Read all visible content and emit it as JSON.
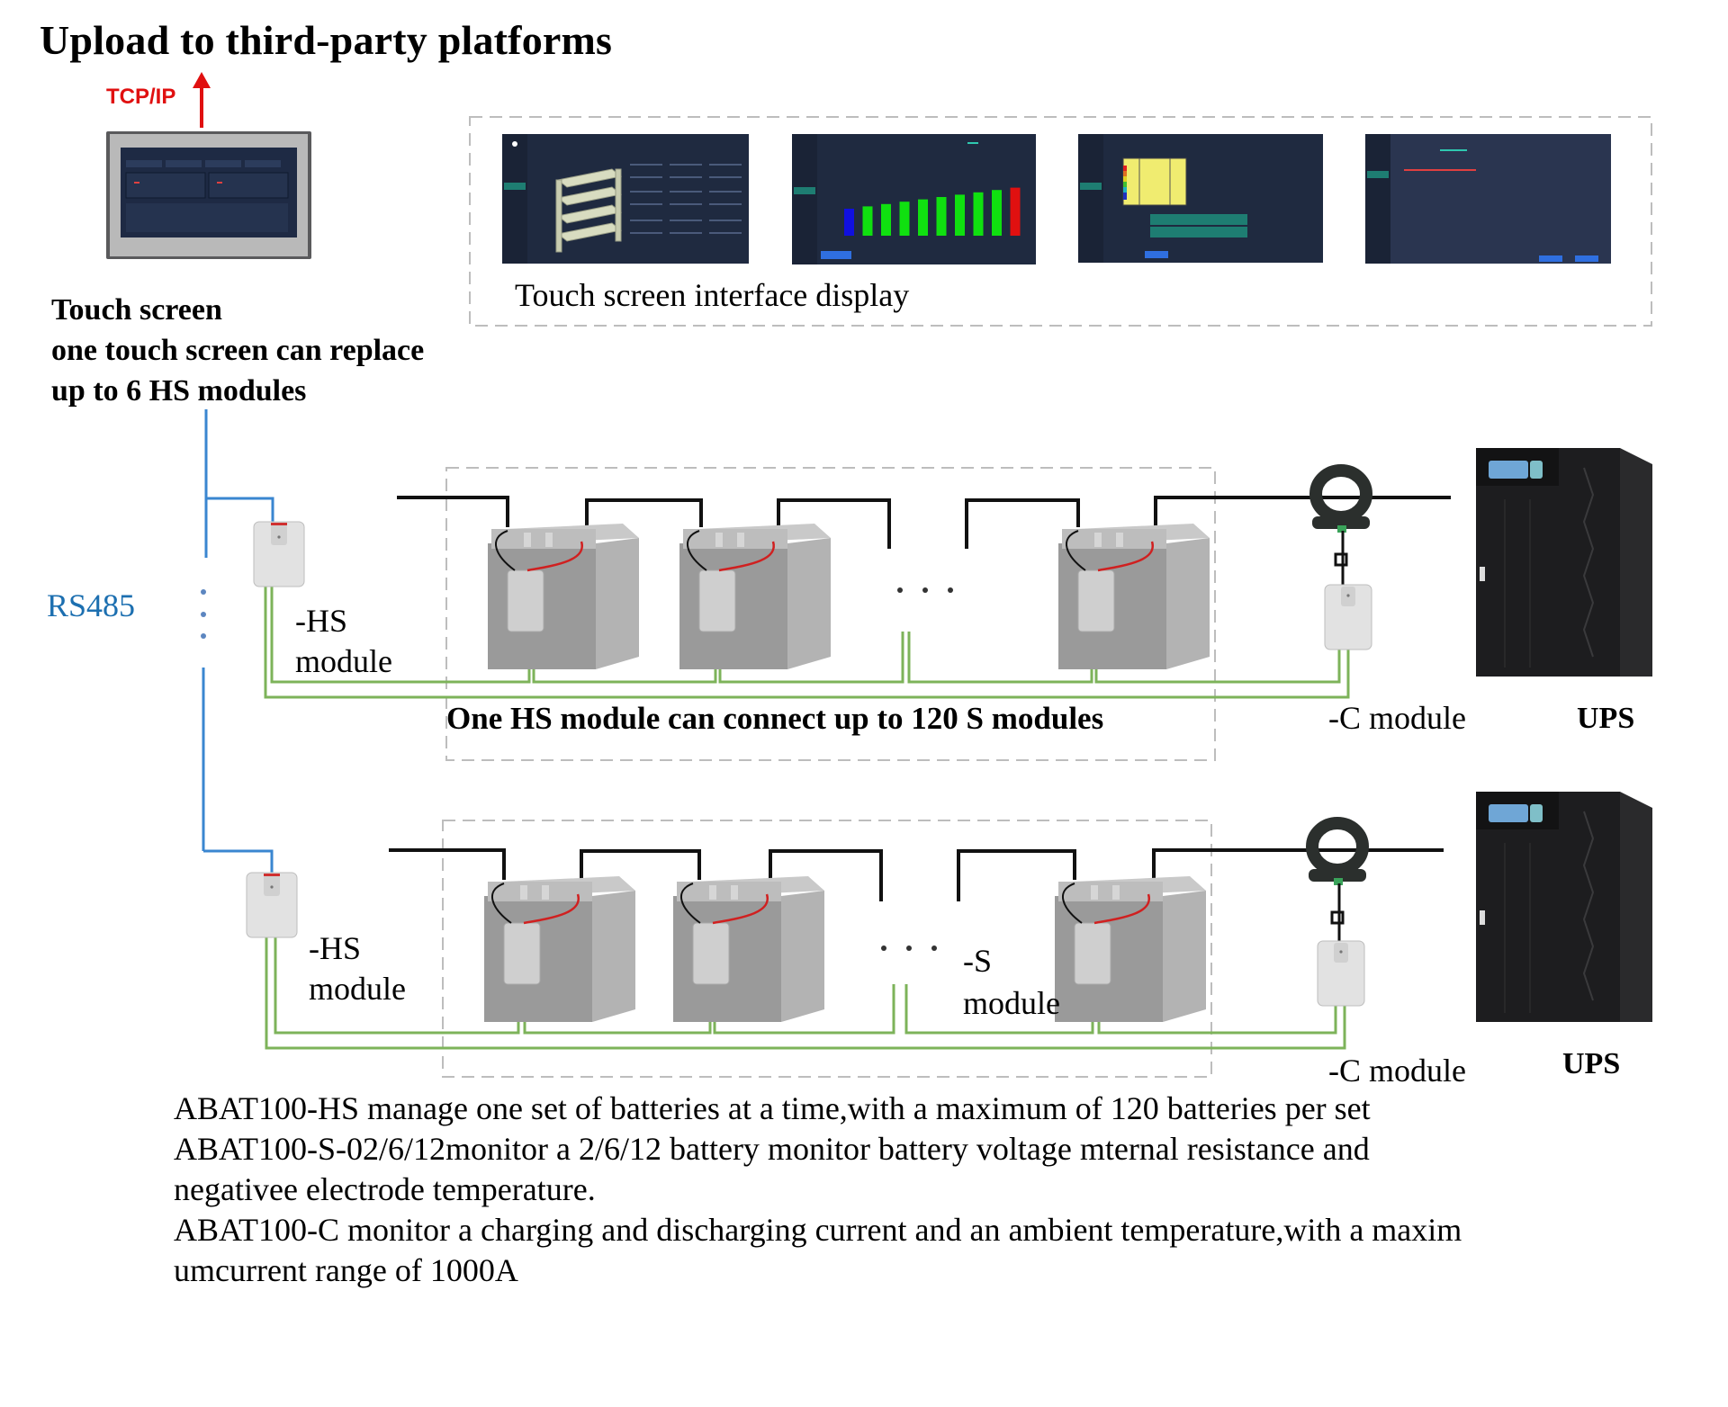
{
  "header": {
    "title": "Upload to third-party platforms",
    "protocol_label": "TCP/IP"
  },
  "touch_screen": {
    "title": "Touch screen",
    "line2": "one touch screen can replace",
    "line3": "up to 6 HS modules"
  },
  "interface_gallery": {
    "caption": "Touch screen interface display",
    "screens": [
      {
        "name": "battery-rack-overview"
      },
      {
        "name": "voltage-bar-chart",
        "bar_colors": [
          "#1010e0",
          "#10e010",
          "#10e010",
          "#10e010",
          "#10e010",
          "#10e010",
          "#10e010",
          "#10e010",
          "#10e010",
          "#e01010"
        ]
      },
      {
        "name": "temperature-heatmap-table"
      },
      {
        "name": "alarm-list"
      }
    ]
  },
  "bus": {
    "label": "RS485",
    "color": "#3a86d0"
  },
  "row1": {
    "hs_label_1": "-HS",
    "hs_label_2": "module",
    "group_caption": "One HS module can connect up to 120 S modules",
    "c_label": "-C module",
    "ups_label": "UPS"
  },
  "row2": {
    "hs_label_1": "-HS",
    "hs_label_2": "module",
    "s_label_1": "-S",
    "s_label_2": "module",
    "c_label": "-C module",
    "ups_label": "UPS"
  },
  "description": {
    "lines": [
      "ABAT100-HS manage one set of batteries at a time,with a maximum of 120 batteries per set",
      "ABAT100-S-02/6/12monitor a 2/6/12 battery monitor battery voltage mternal resistance and",
      "negativee electrode temperature.",
      "ABAT100-C monitor a charging and discharging current and an ambient temperature,with a maxim",
      "umcurrent range of 1000A"
    ]
  },
  "colors": {
    "rs485_line": "#3a86d0",
    "signal_line": "#7db35a",
    "power_line": "#111111",
    "tcp_arrow": "#e01010",
    "battery": "#9a9a9a",
    "ups": "#1d1d1f"
  }
}
